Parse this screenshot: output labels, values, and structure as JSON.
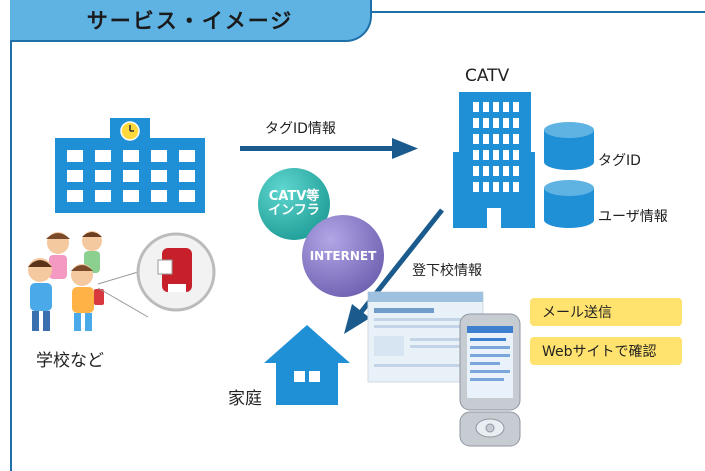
{
  "title": "サービス・イメージ",
  "nodes": {
    "school": "学校など",
    "home": "家庭",
    "catv": "CATV",
    "tag_db": "タグID",
    "user_db": "ユーザ情報"
  },
  "arrows": {
    "tag_info": "タグID情報",
    "attendance": "登下校情報"
  },
  "networks": {
    "catv_line1": "CATV等",
    "catv_line2": "インフラ",
    "internet": "INTERNET"
  },
  "notifications": {
    "mail": "メール送信",
    "web": "Webサイトで確認"
  },
  "colors": {
    "frame": "#1f6fa8",
    "tab": "#5fb3e3",
    "building": "#1f8fd6",
    "arrow": "#1a5a8c",
    "catv_sphere": "#1aa6a0",
    "internet_sphere": "#7b6cb8",
    "badge": "#ffe36e"
  }
}
